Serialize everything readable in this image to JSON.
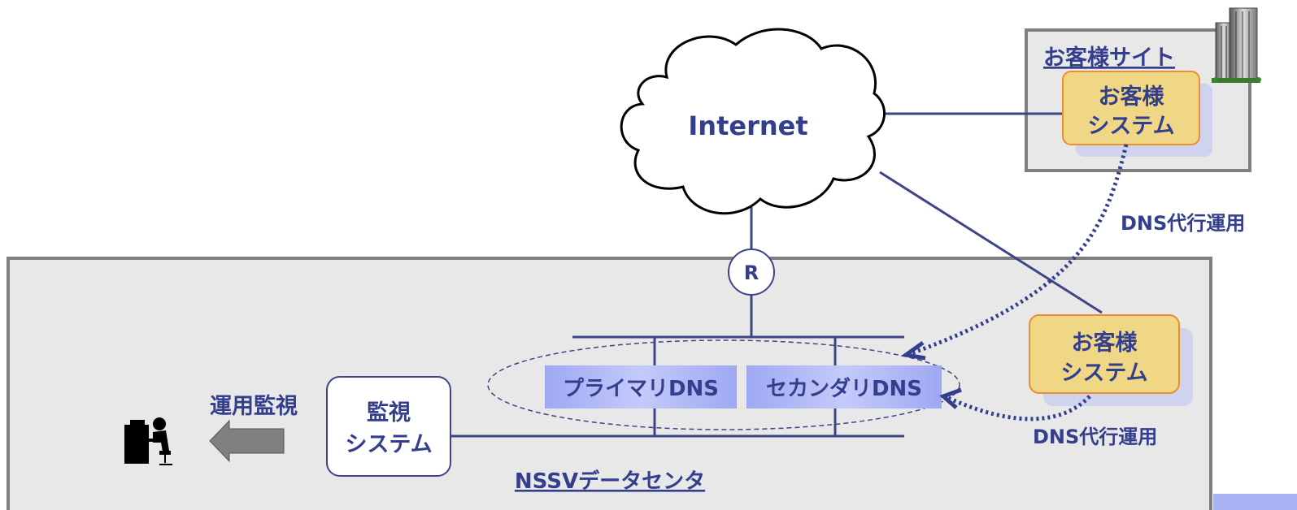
{
  "internet": {
    "label": "Internet"
  },
  "router": {
    "label": "R"
  },
  "customer_site": {
    "title": "お客様サイト",
    "system_line1": "お客様",
    "system_line2": "システム"
  },
  "datacenter": {
    "title": "NSSVデータセンタ",
    "primary_dns": "プライマリDNS",
    "secondary_dns": "セカンダリDNS",
    "monitor_line1": "監視",
    "monitor_line2": "システム",
    "ops_monitoring": "運用監視",
    "customer_system_line1": "お客様",
    "customer_system_line2": "システム"
  },
  "dns_operation_upper": "DNS代行運用",
  "dns_operation_lower": "DNS代行運用",
  "colors": {
    "text": "#333e8c",
    "line": "#3d4585",
    "datacenter_fill": "#e8e8e8",
    "datacenter_border": "#7f7f7f",
    "customer_box_fill": "#f0d785",
    "customer_box_border": "#f08c32",
    "dns_box_fill": "#a9b1f5",
    "arrow_gray": "#808080"
  }
}
